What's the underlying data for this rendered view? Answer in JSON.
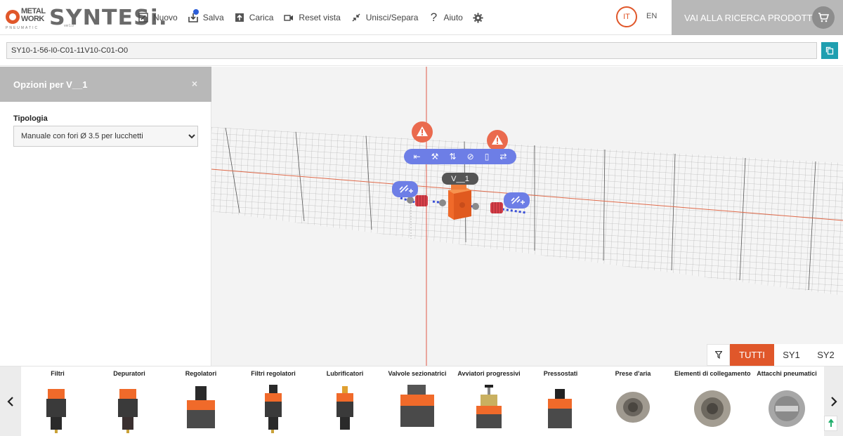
{
  "brand": {
    "maker_top": "METAL",
    "maker_bottom": "WORK",
    "maker_sub": "PNEUMATIC",
    "app_name": "SYNTESi.",
    "app_version": "ver1.0"
  },
  "toolbar": {
    "items": [
      {
        "label": "Nuovo",
        "icon": "edit-icon"
      },
      {
        "label": "Salva",
        "icon": "save-icon"
      },
      {
        "label": "Carica",
        "icon": "upload-icon"
      },
      {
        "label": "Reset vista",
        "icon": "camera-icon"
      },
      {
        "label": "Unisci/Separa",
        "icon": "merge-icon"
      },
      {
        "label": "Aiuto",
        "icon": "help-icon"
      }
    ],
    "settings_icon": "gear-icon"
  },
  "language": {
    "active": "IT",
    "other": "EN",
    "accent": "#e0572a"
  },
  "search_button": {
    "label": "VAI ALLA RICERCA PRODOTTO",
    "icon": "cart-icon"
  },
  "code_field": {
    "value": "SY10-1-56-I0-C01-11V10-C01-O0"
  },
  "side_panel": {
    "title": "Opzioni per V__1",
    "field_label": "Tipologia",
    "selected_option": "Manuale con fori Ø 3.5 per lucchetti"
  },
  "viewport": {
    "component_label": "V__1",
    "context_tools": [
      "swap-left-icon",
      "wrench-icon",
      "swap-vertical-icon",
      "unlink-icon",
      "trash-icon",
      "swap-right-icon"
    ],
    "warning_icon": "warning-icon",
    "link_icon": "link-add-icon"
  },
  "filter": {
    "icon": "funnel-icon",
    "options": [
      "TUTTI",
      "SY1",
      "SY2"
    ],
    "active": "TUTTI"
  },
  "categories": [
    "Filtri",
    "Depuratori",
    "Regolatori",
    "Filtri regolatori",
    "Lubrificatori",
    "Valvole sezionatrici",
    "Avviatori progressivi",
    "Pressostati",
    "Prese d'aria",
    "Elementi di collegamento",
    "Attacchi pneumatici"
  ],
  "colors": {
    "accent": "#e0572a",
    "teal": "#1f9fb0",
    "tool_blue": "#6d7ee6",
    "grey_header": "#b8b8b8"
  }
}
